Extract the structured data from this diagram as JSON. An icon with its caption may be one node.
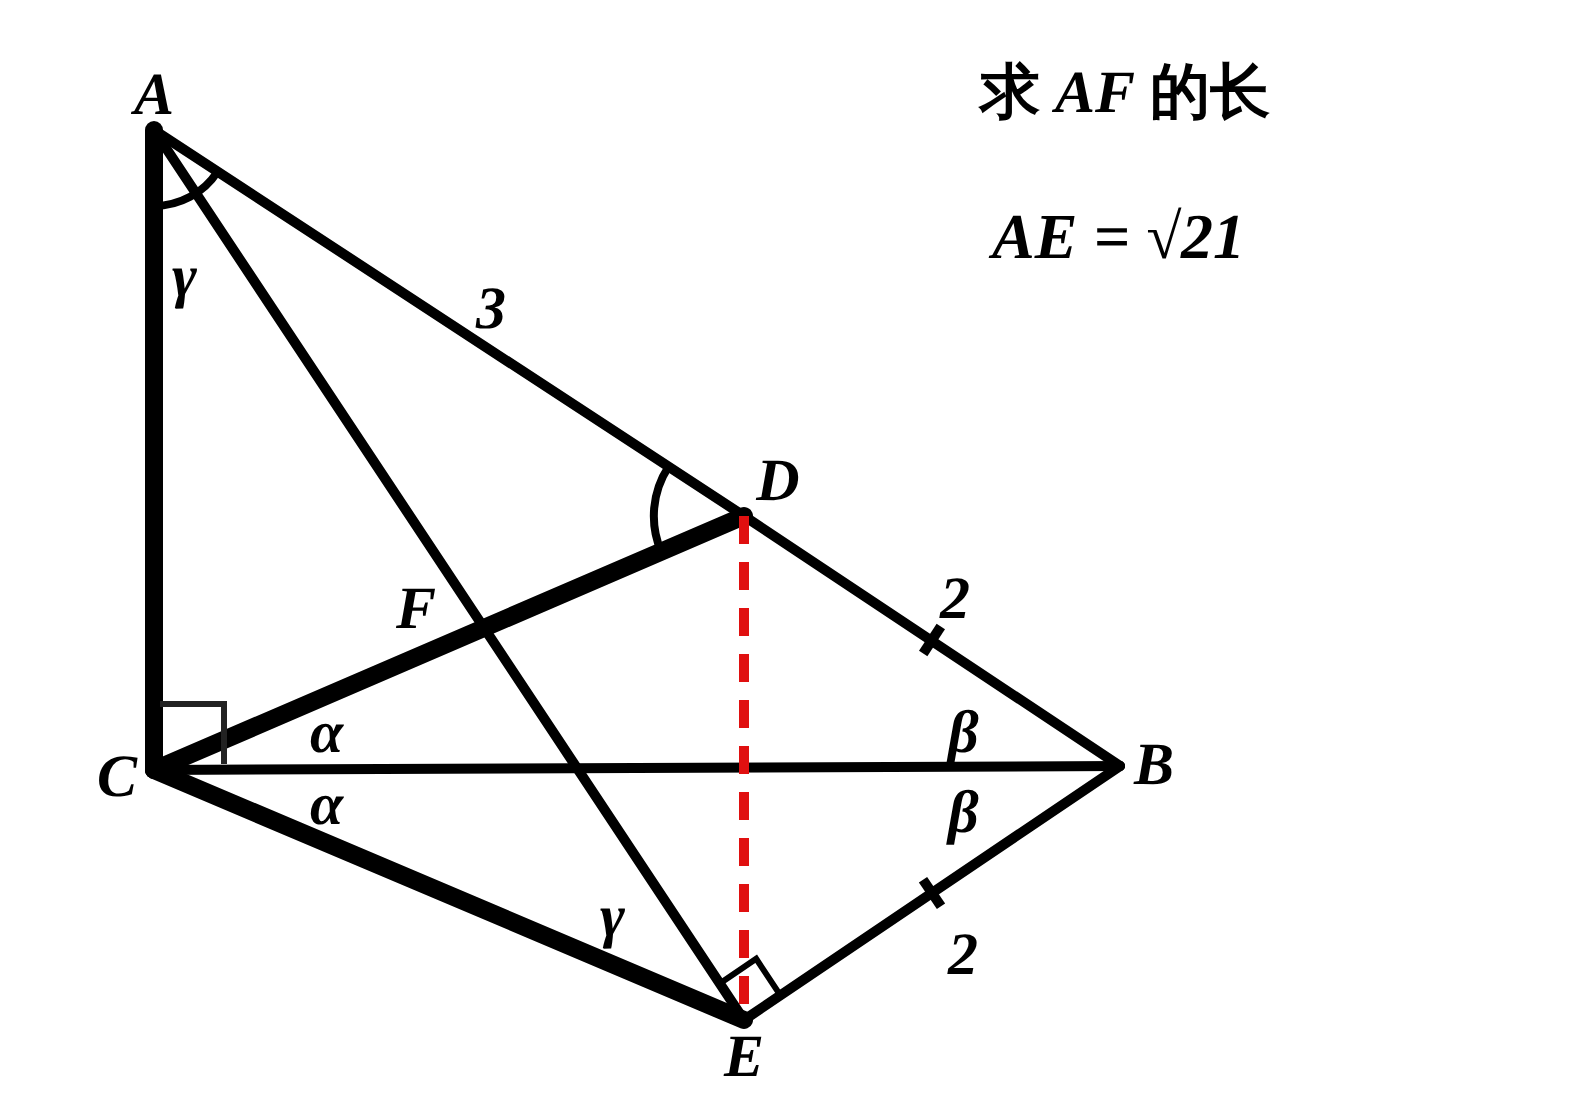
{
  "diagram": {
    "nodes": [
      {
        "text": [
          "A"
        ]
      },
      {
        "text": [
          "D"
        ]
      },
      {
        "text": [
          "C"
        ]
      },
      {
        "text": [
          "B"
        ]
      },
      {
        "text": [
          "E"
        ]
      }
    ],
    "edges": [
      {
        "from": 0,
        "to": 2,
        "arrow": "none",
        "style": "thick"
      },
      {
        "from": 0,
        "to": 1,
        "arrow": "none"
      },
      {
        "from": 1,
        "to": 3,
        "arrow": "none"
      },
      {
        "from": 0,
        "to": 4,
        "arrow": "none"
      },
      {
        "from": 2,
        "to": 1,
        "arrow": "none",
        "style": "thick"
      },
      {
        "from": 2,
        "to": 3,
        "arrow": "none"
      },
      {
        "from": 2,
        "to": 4,
        "arrow": "none",
        "style": "thick"
      },
      {
        "from": 4,
        "to": 3,
        "arrow": "none"
      },
      {
        "from": 1,
        "to": 4,
        "arrow": "none",
        "style": "dashed",
        "color": "#e01010"
      }
    ],
    "labels": [
      "求 **AF** 的长",
      "AE = √21",
      "γ",
      "3",
      "F",
      "2",
      "α",
      "β",
      "α",
      "β",
      "γ",
      "2"
    ]
  }
}
